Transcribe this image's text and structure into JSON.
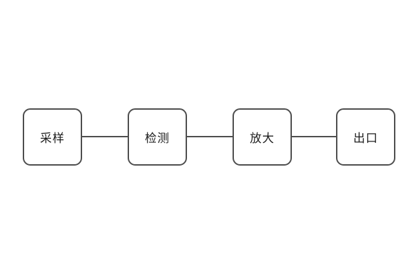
{
  "diagram": {
    "type": "flow-block-diagram",
    "background_color": "#ffffff",
    "stroke_color": "#4d4d4d",
    "text_color": "#1c1c1c",
    "nodes": [
      {
        "label": "采样"
      },
      {
        "label": "检测"
      },
      {
        "label": "放大"
      },
      {
        "label": "出口"
      }
    ],
    "connections": [
      {
        "from": "采样",
        "to": "检测"
      },
      {
        "from": "检测",
        "to": "放大"
      },
      {
        "from": "放大",
        "to": "出口"
      }
    ]
  }
}
